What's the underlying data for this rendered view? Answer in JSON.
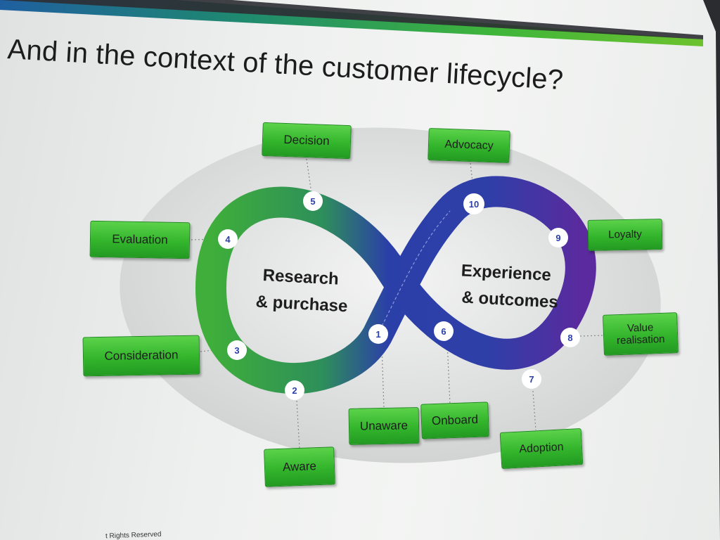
{
  "slide": {
    "title": "And in the context of the customer lifecycle?",
    "footer": "t Rights Reserved"
  },
  "diagram": {
    "left_hub": "Research\n& purchase",
    "right_hub": "Experience\n& outcomes",
    "left_hub_lines": [
      "Research",
      "& purchase"
    ],
    "right_hub_lines": [
      "Experience",
      "& outcomes"
    ],
    "stages": [
      {
        "num": "1",
        "label": "Unaware"
      },
      {
        "num": "2",
        "label": "Aware"
      },
      {
        "num": "3",
        "label": "Consideration"
      },
      {
        "num": "4",
        "label": "Evaluation"
      },
      {
        "num": "5",
        "label": "Decision"
      },
      {
        "num": "6",
        "label": "Onboard"
      },
      {
        "num": "7",
        "label": "Adoption"
      },
      {
        "num": "8",
        "label": "Value\nrealisation"
      },
      {
        "num": "9",
        "label": "Loyalty"
      },
      {
        "num": "10",
        "label": "Advocacy"
      }
    ],
    "colors": {
      "green": "#3fae3a",
      "blue": "#2b3fa8",
      "purple": "#5a2a9e",
      "box_green": "#33b52c"
    }
  }
}
